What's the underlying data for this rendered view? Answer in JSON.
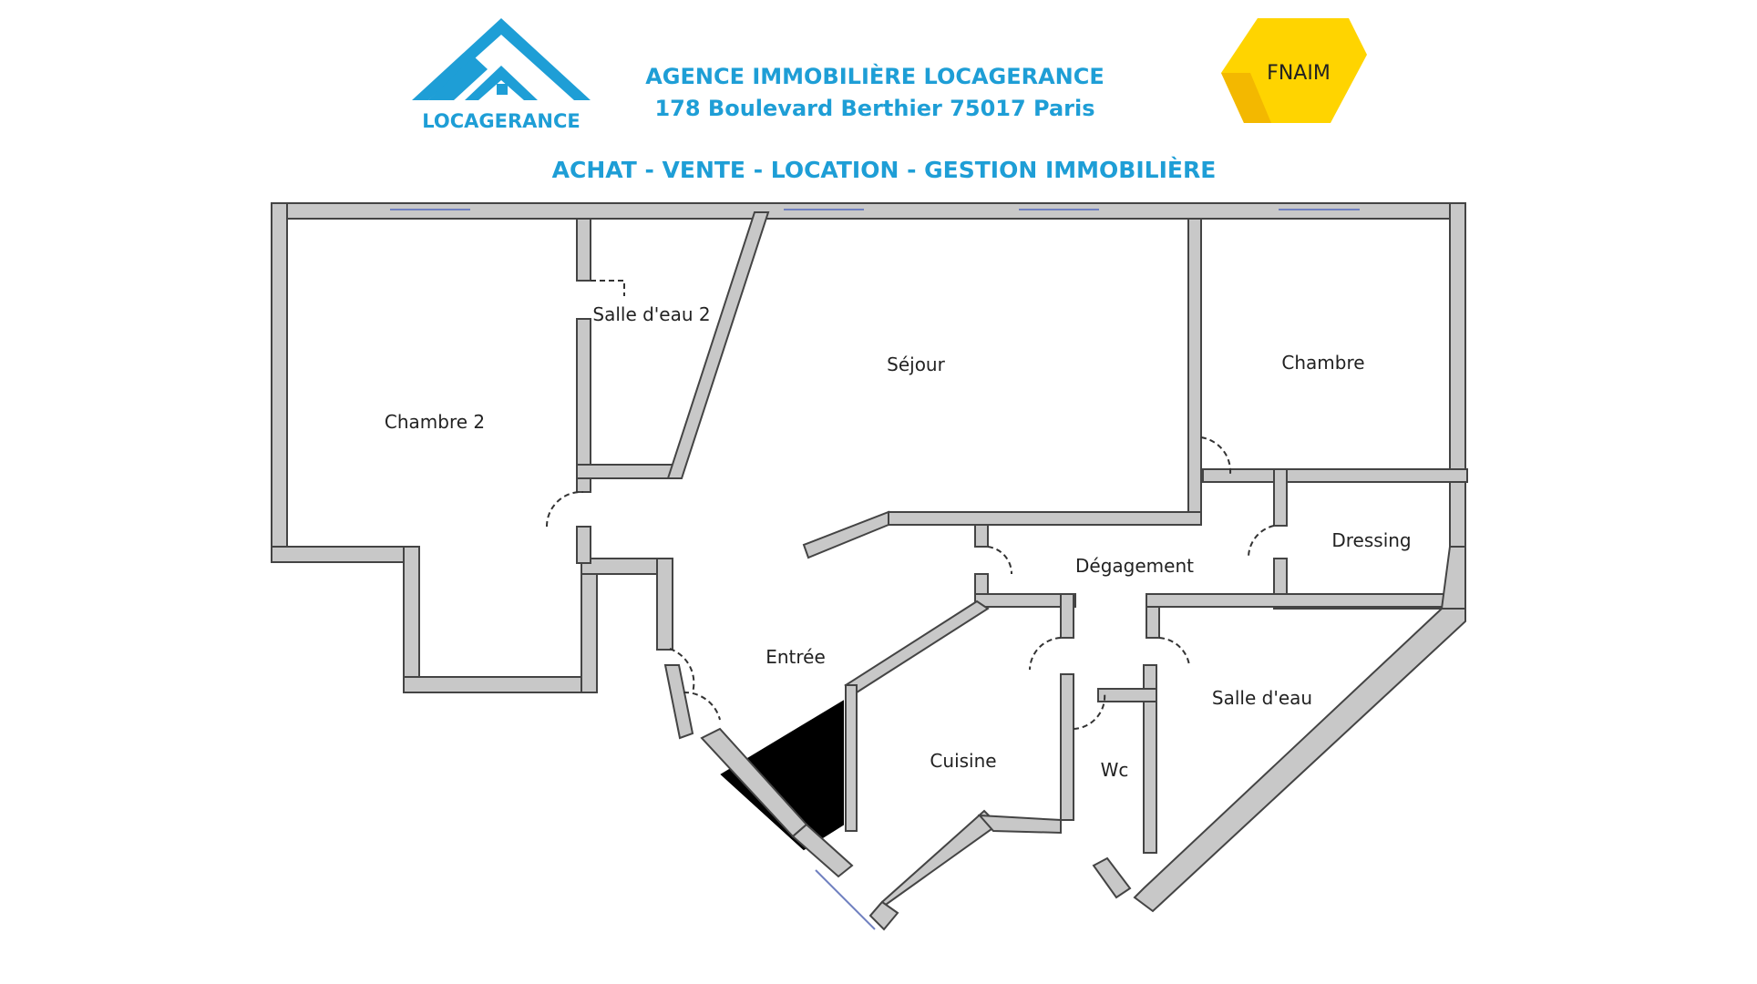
{
  "header": {
    "agency_name": "AGENCE IMMOBILIÈRE LOCAGERANCE",
    "agency_address": "178 Boulevard Berthier 75017 Paris",
    "services": "ACHAT - VENTE - LOCATION - GESTION IMMOBILIÈRE",
    "logo_text": "LOCAGERANCE",
    "fnaim_text": "FNAIM"
  },
  "colors": {
    "brand_blue": "#1e9ed6",
    "fnaim_yellow": "#ffd400",
    "wall_fill": "#c8c8c8",
    "wall_stroke": "#444444"
  },
  "rooms": {
    "chambre_2": "Chambre 2",
    "salle_eau_2": "Salle d'eau 2",
    "sejour": "Séjour",
    "chambre": "Chambre",
    "dressing": "Dressing",
    "degagement": "Dégagement",
    "entree": "Entrée",
    "cuisine": "Cuisine",
    "wc": "Wc",
    "salle_eau": "Salle d'eau"
  }
}
